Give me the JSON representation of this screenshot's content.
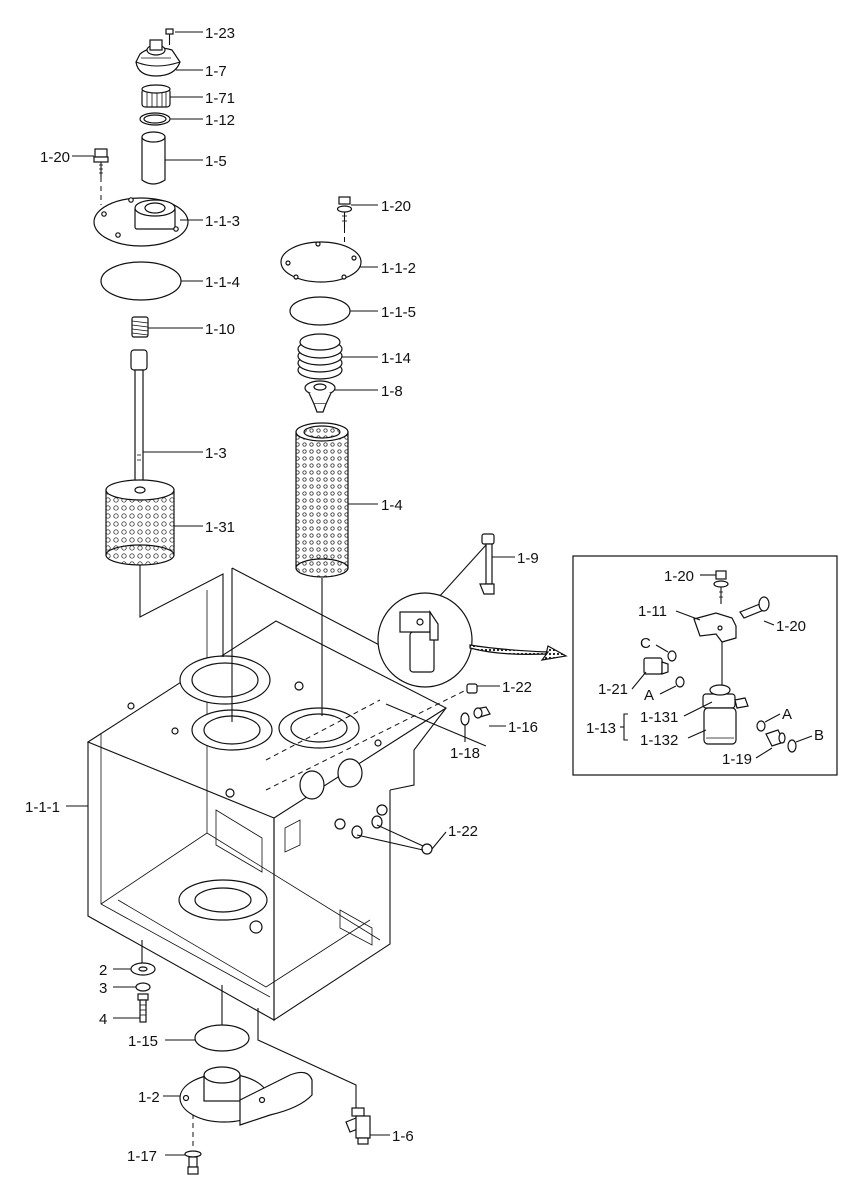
{
  "labels": {
    "l_1_23": "1-23",
    "l_1_7": "1-7",
    "l_1_71": "1-71",
    "l_1_12": "1-12",
    "l_1_20_a": "1-20",
    "l_1_5": "1-5",
    "l_1_1_3": "1-1-3",
    "l_1_1_4": "1-1-4",
    "l_1_10": "1-10",
    "l_1_3": "1-3",
    "l_1_31": "1-31",
    "l_1_20_b": "1-20",
    "l_1_1_2": "1-1-2",
    "l_1_1_5": "1-1-5",
    "l_1_14": "1-14",
    "l_1_8": "1-8",
    "l_1_4": "1-4",
    "l_1_9": "1-9",
    "l_1_22_a": "1-22",
    "l_1_16": "1-16",
    "l_1_18": "1-18",
    "l_1_22_b": "1-22",
    "l_1_1_1": "1-1-1",
    "l_2": "2",
    "l_3": "3",
    "l_4": "4",
    "l_1_15": "1-15",
    "l_1_2": "1-2",
    "l_1_17": "1-17",
    "l_1_6": "1-6"
  },
  "detail_labels": {
    "d_1_20_a": "1-20",
    "d_1_11": "1-11",
    "d_1_20_b": "1-20",
    "d_C": "C",
    "d_1_21": "1-21",
    "d_A_a": "A",
    "d_1_13": "1-13",
    "d_1_131": "1-131",
    "d_1_132": "1-132",
    "d_A_b": "A",
    "d_B": "B",
    "d_1_19": "1-19"
  }
}
